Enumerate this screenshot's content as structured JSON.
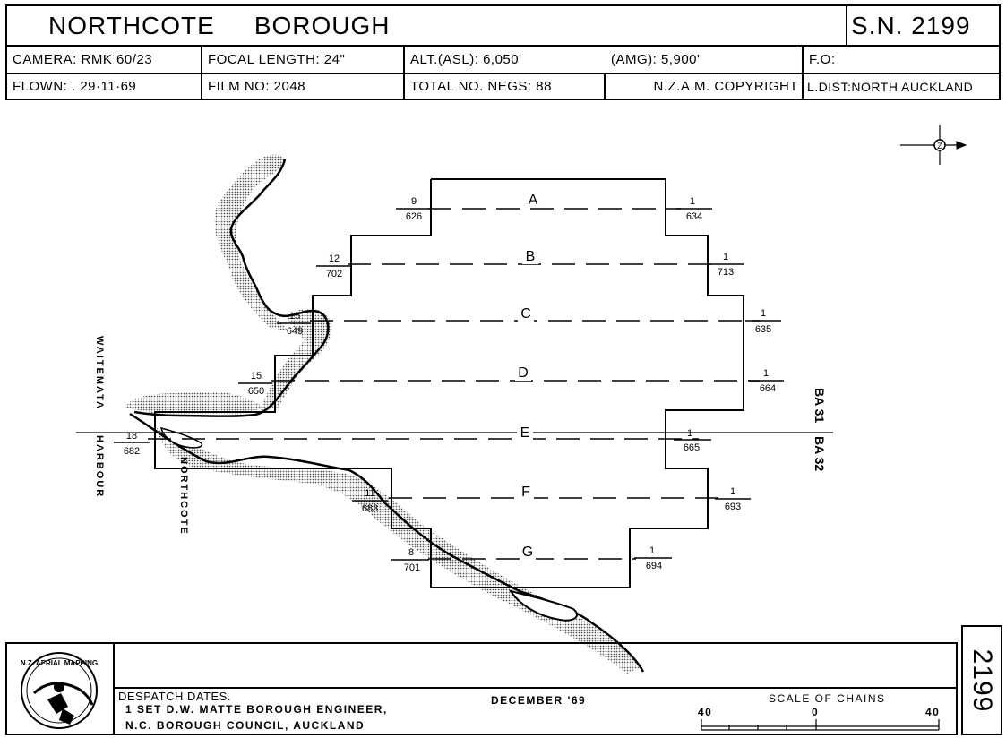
{
  "header": {
    "title_1": "NORTHCOTE",
    "title_2": "BOROUGH",
    "sheet_no": "S.N. 2199",
    "camera": "CAMERA: RMK 60/23",
    "focal_length": "FOCAL LENGTH: 24\"",
    "alt_asl": "ALT.(ASL): 6,050'",
    "alt_amg": "(AMG): 5,900'",
    "fo": "F.O:",
    "flown": "FLOWN: . 29·11·69",
    "film_no": "FILM NO: 2048",
    "total_negs": "TOTAL NO. NEGS: 88",
    "copyright": "N.Z.A.M.   COPYRIGHT",
    "land_district": "L.DIST:NORTH AUCKLAND"
  },
  "map": {
    "runs": [
      {
        "label": "A",
        "left_top": "9",
        "left_bottom": "626",
        "right_top": "1",
        "right_bottom": "634"
      },
      {
        "label": "B",
        "left_top": "12",
        "left_bottom": "702",
        "right_top": "1",
        "right_bottom": "713"
      },
      {
        "label": "C",
        "left_top": "15",
        "left_bottom": "649",
        "right_top": "1",
        "right_bottom": "635"
      },
      {
        "label": "D",
        "left_top": "15",
        "left_bottom": "650",
        "right_top": "1",
        "right_bottom": "664"
      },
      {
        "label": "E",
        "left_top": "18",
        "left_bottom": "682",
        "right_top": "1",
        "right_bottom": "665"
      },
      {
        "label": "F",
        "left_top": "11",
        "left_bottom": "683",
        "right_top": "1",
        "right_bottom": "693"
      },
      {
        "label": "G",
        "left_top": "8",
        "left_bottom": "701",
        "right_top": "1",
        "right_bottom": "694"
      }
    ],
    "place_labels": {
      "waitemata": "WAITEMATA",
      "harbour": "HARBOUR",
      "northcote": "NORTHCOTE",
      "ba31": "BA 31",
      "ba32": "BA 32"
    },
    "north_symbol": "Z"
  },
  "footer": {
    "logo_text": "N.Z. AERIAL MAPPING",
    "despatch_title": "DESPATCH DATES.",
    "despatch_line1": "1 SET D.W. MATTE    BOROUGH  ENGINEER,",
    "despatch_line2": "N.C.  BOROUGH   COUNCIL,   AUCKLAND",
    "date": "DECEMBER '69",
    "scale_title": "SCALE OF CHAINS",
    "scale_left": "40",
    "scale_mid": "0",
    "scale_right": "40",
    "side_number": "2199"
  }
}
